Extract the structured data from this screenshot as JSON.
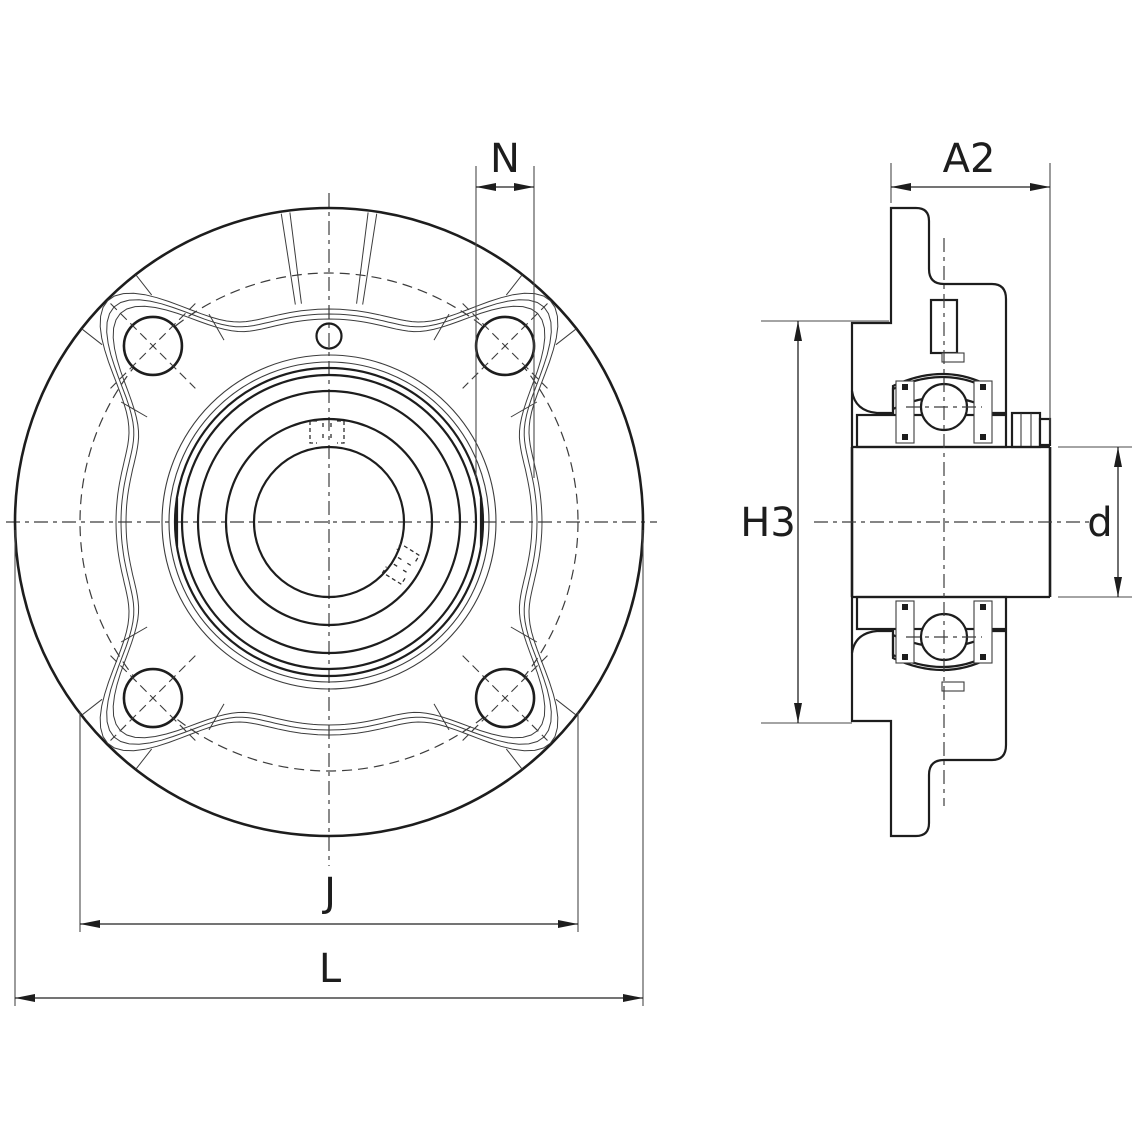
{
  "drawing": {
    "description": "Four-bolt round flange cartridge bearing unit - front view and sectioned side view",
    "colors": {
      "line": "#1d1d1d",
      "background": "#ffffff"
    },
    "dimensions": {
      "n": {
        "label": "N"
      },
      "a2": {
        "label": "A2"
      },
      "h3": {
        "label": "H3"
      },
      "d": {
        "label": "d"
      },
      "j": {
        "label": "J"
      },
      "l": {
        "label": "L"
      }
    }
  }
}
